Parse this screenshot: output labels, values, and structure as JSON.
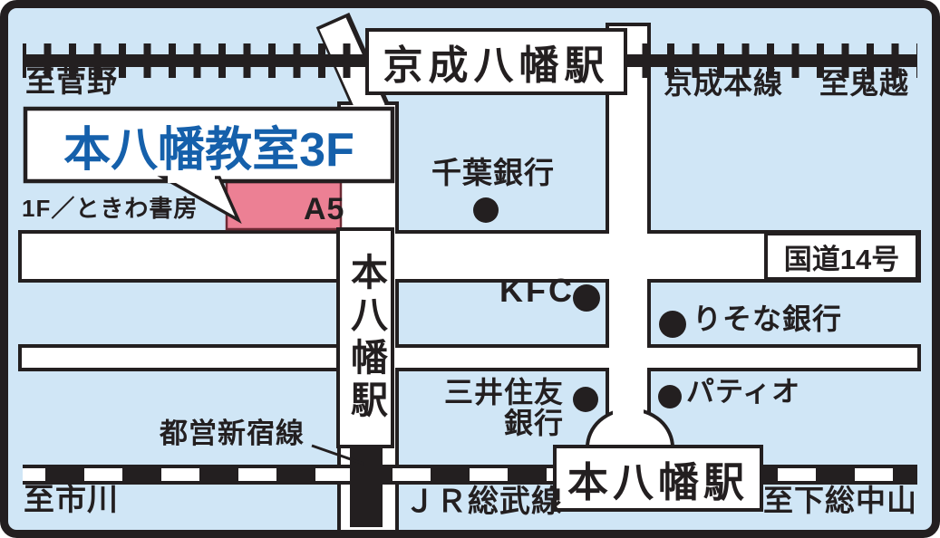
{
  "map": {
    "classroom": {
      "name": "本八幡教室3F",
      "floor_note": "1F／ときわ書房",
      "exit": "A5"
    },
    "stations": {
      "keisei_yawata": "京成八幡駅",
      "motoyawata_center": "本八幡駅",
      "motoyawata_jr": "本八幡駅"
    },
    "lines": {
      "keisei_main": "京成本線",
      "jr_sobu": "ＪＲ総武線",
      "toei_shinjuku": "都営新宿線"
    },
    "directions": {
      "sugano": "至菅野",
      "onigoe": "至鬼越",
      "ichikawa": "至市川",
      "shimosa_nakayama": "至下総中山"
    },
    "roads": {
      "route_14": "国道14号"
    },
    "landmarks": {
      "chiba_bank": "千葉銀行",
      "kfc": "KFC",
      "resona_bank": "りそな銀行",
      "smbc_line1": "三井住友",
      "smbc_line2": "銀行",
      "patio": "パティオ"
    },
    "colors": {
      "background": "#d0e6f6",
      "ink": "#231f20",
      "building_pink": "#ec8094",
      "classroom_text": "#1560ab"
    }
  }
}
